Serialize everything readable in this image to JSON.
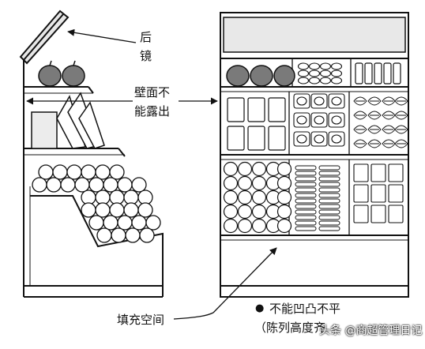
{
  "labels": {
    "mirror_line1": "后",
    "mirror_line2": "镜",
    "wall_line1": "壁面不",
    "wall_line2": "能露出",
    "fill_space": "填充空间",
    "bullet": "●",
    "uneven": "不能凹凸不平",
    "display_height": "（陈列高度齐"
  },
  "watermark": "头条 @商超管理日记",
  "colors": {
    "line": "#111111",
    "mirror_fill": "#e8e8e8",
    "apple_fill": "#7a7a7a",
    "background": "#ffffff"
  }
}
